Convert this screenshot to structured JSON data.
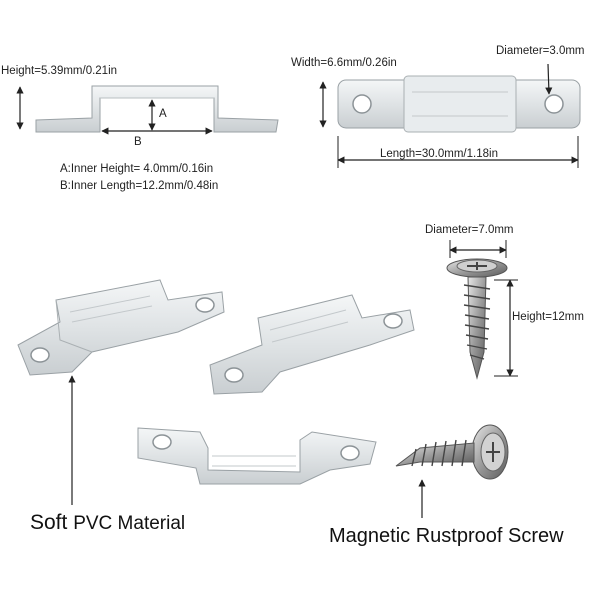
{
  "dimensions": {
    "side_height": "Height=5.39mm/0.21in",
    "label_a": "A",
    "label_b": "B",
    "inner_height": "A:Inner Height= 4.0mm/0.16in",
    "inner_length": "B:Inner Length=12.2mm/0.48in",
    "width": "Width=6.6mm/0.26in",
    "hole_diameter": "Diameter=3.0mm",
    "length": "Length=30.0mm/1.18in",
    "screw_diameter": "Diameter=7.0mm",
    "screw_height": "Height=12mm"
  },
  "captions": {
    "material_word1": "Soft",
    "material_rest": "PVC Material",
    "screw_caption": "Magnetic Rustproof Screw"
  }
}
